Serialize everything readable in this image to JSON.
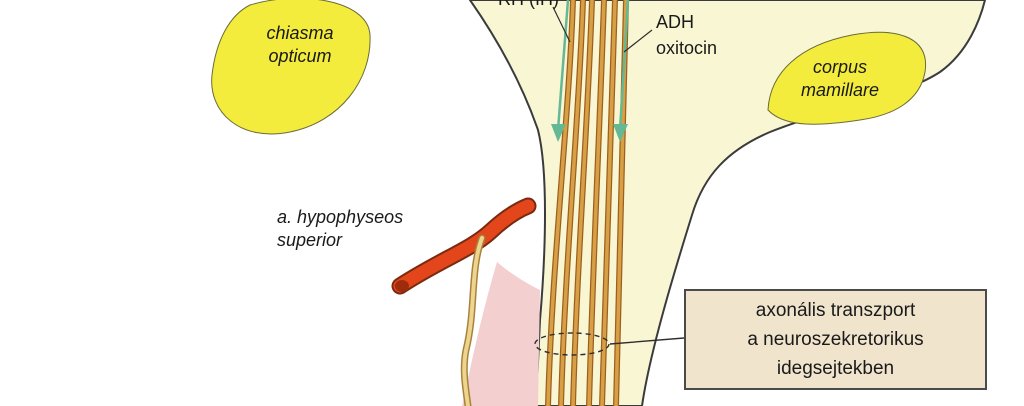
{
  "labels": {
    "chiasma": [
      "chiasma",
      "opticum"
    ],
    "rh": "RH (IH)",
    "adh": "ADH",
    "oxitocin": "oxitocin",
    "corpus": [
      "corpus",
      "mamillare"
    ],
    "artery": [
      "a. hypophyseos",
      "superior"
    ],
    "transport": [
      "axonális transzport",
      "a neuroszekretorikus",
      "idegsejtekben"
    ]
  },
  "colors": {
    "background": "#ffffff",
    "stalk": "#f9f6d4",
    "body_yellow": "#f3ec3c",
    "axon": "#d7a046",
    "axon_edge": "#9e5f1c",
    "arrow": "#64b894",
    "artery": "#e4461b",
    "capillary": "#edd48f",
    "pink_tissue": "#f3cfcf",
    "box_fill": "#f1e4cd"
  }
}
